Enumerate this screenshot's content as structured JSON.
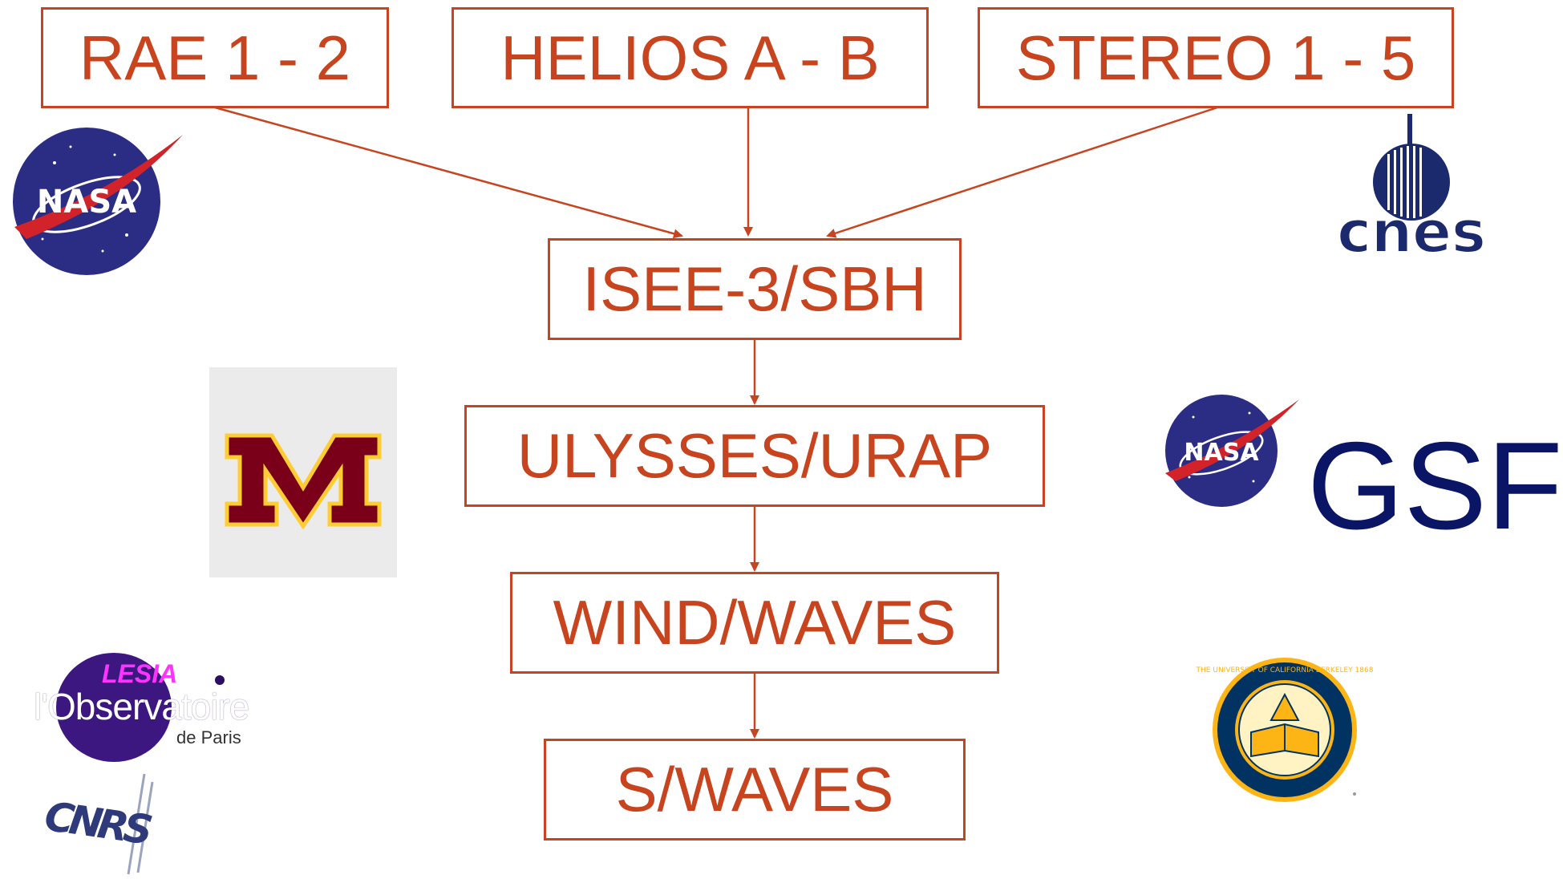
{
  "missions": {
    "rae": "RAE 1 - 2",
    "helios": "HELIOS A - B",
    "stereo": "STEREO 1 - 5",
    "isee": "ISEE-3/SBH",
    "ulysses": "ULYSSES/URAP",
    "wind": "WIND/WAVES",
    "swaves": "S/WAVES"
  },
  "logos": {
    "nasa_left": "NASA",
    "nasa_right": "NASA",
    "cnes": "cnes",
    "gsfc": "GSF",
    "lesia": "LESIA",
    "observatoire": "l'Observatoire",
    "observatoire_sub": "de Paris",
    "cnrs": "CNRS",
    "ucb_seal_text": "THE UNIVERSITY OF CALIFORNIA BERKELEY 1868"
  },
  "colors": {
    "box_border": "#c8441f",
    "box_text": "#c8441f",
    "gsfc_text": "#0a1566",
    "nasa_blue": "#2b2d84",
    "nasa_red": "#d2232a",
    "umn_maroon": "#7a0019",
    "umn_gold": "#ffcc33",
    "ucb_navy": "#003262",
    "ucb_gold": "#fdb515"
  }
}
